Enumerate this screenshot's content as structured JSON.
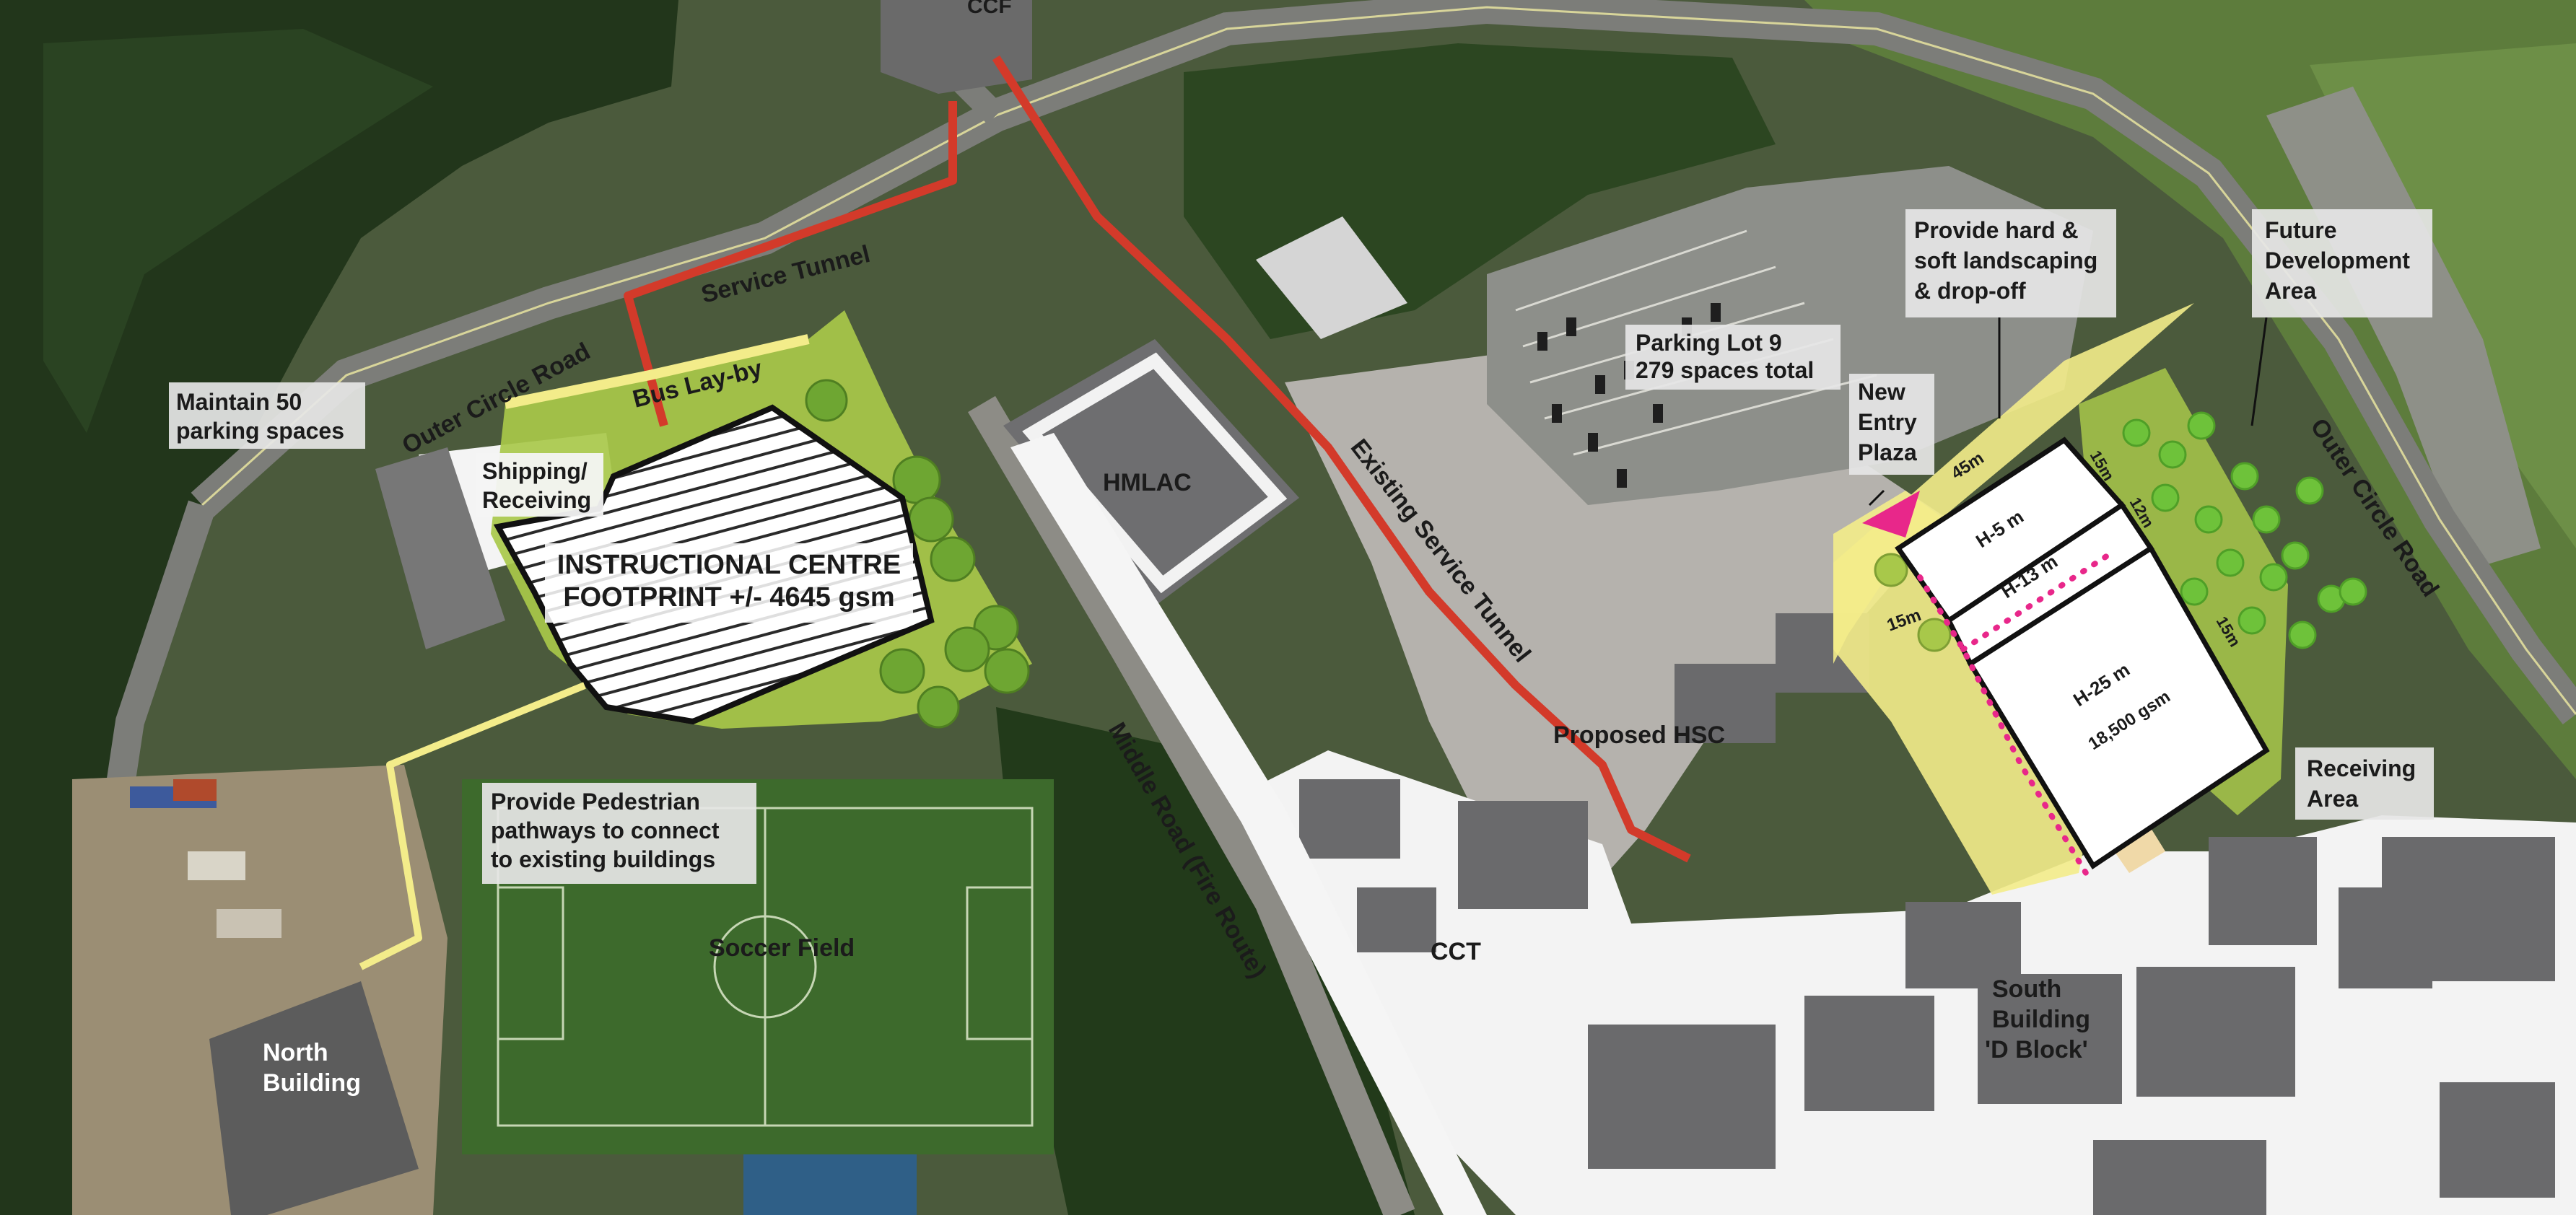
{
  "callouts": {
    "maintain_parking": [
      "Maintain 50",
      "parking spaces"
    ],
    "shipping": [
      "Shipping/",
      "Receiving"
    ],
    "pedestrian": [
      "Provide Pedestrian",
      "pathways to connect",
      "to existing buildings"
    ],
    "north_building": [
      "North",
      "Building"
    ],
    "landscaping": [
      "Provide hard &",
      "soft landscaping",
      "& drop-off"
    ],
    "future_dev": [
      "Future",
      "Development",
      "Area"
    ],
    "new_entry": [
      "New",
      "Entry",
      "Plaza"
    ],
    "receiving_area": [
      "Receiving",
      "Area"
    ],
    "parking_lot": [
      "Parking Lot 9",
      "279 spaces total"
    ],
    "south_building": [
      "South",
      "Building",
      "'D Block'"
    ]
  },
  "footprint": {
    "line1": "INSTRUCTIONAL CENTRE",
    "line2": "FOOTPRINT +/- 4645 gsm"
  },
  "labels": {
    "service_tunnel": "Service Tunnel",
    "bus_layby": "Bus Lay-by",
    "outer_circle_road_left": "Outer Circle Road",
    "outer_circle_road_right": "Outer Circle Road",
    "existing_service_tunnel": "Existing Service Tunnel",
    "middle_road": "Middle Road (Fire Route)",
    "hmlac": "HMLAC",
    "proposed_hsc": "Proposed HSC",
    "soccer_field": "Soccer Field",
    "cct": "CCT",
    "ccf": "CCF"
  },
  "hsc_zones": {
    "h5": "H-5 m",
    "h13": "H-13 m",
    "h25": "H-25 m",
    "gsm": "18,500 gsm",
    "dim_45m": "45m",
    "dim_15m_left": "15m",
    "dim_15m_top": "15m",
    "dim_12m": "12m",
    "dim_15m_side": "15m"
  },
  "colors": {
    "service_tunnel": "#d33a2a",
    "pedestrian_path": "#f3ec8a",
    "landscape": "#a8c84a",
    "tree": "#7db534",
    "entry_arrow": "#e8278a",
    "dotted_path": "#e8278a",
    "setback_band": "#f0d9a8"
  }
}
